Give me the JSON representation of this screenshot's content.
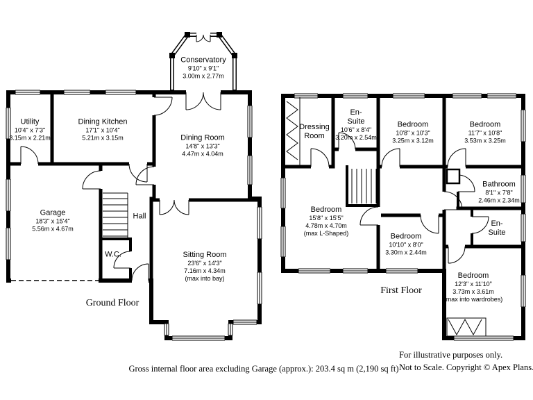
{
  "colors": {
    "walls": "#000000",
    "background": "#ffffff",
    "text": "#000000"
  },
  "ground_floor": {
    "title": "Ground Floor",
    "rooms": {
      "conservatory": {
        "name": "Conservatory",
        "dims_ft": "9'10\" x 9'1\"",
        "dims_m": "3.00m x 2.77m"
      },
      "utility": {
        "name": "Utility",
        "dims_ft": "10'4\" x 7'3\"",
        "dims_m": "3.15m x 2.21m"
      },
      "dining_kitchen": {
        "name": "Dining Kitchen",
        "dims_ft": "17'1\" x 10'4\"",
        "dims_m": "5.21m x 3.15m"
      },
      "dining_room": {
        "name": "Dining Room",
        "dims_ft": "14'8\" x 13'3\"",
        "dims_m": "4.47m x 4.04m"
      },
      "garage": {
        "name": "Garage",
        "dims_ft": "18'3\" x 15'4\"",
        "dims_m": "5.56m x 4.67m"
      },
      "hall": {
        "name": "Hall"
      },
      "wc": {
        "name": "W.C."
      },
      "sitting_room": {
        "name": "Sitting Room",
        "dims_ft": "23'6\" x 14'3\"",
        "dims_m": "7.16m x 4.34m",
        "note": "(max into bay)"
      }
    }
  },
  "first_floor": {
    "title": "First Floor",
    "rooms": {
      "dressing_room": {
        "name": "Dressing Room"
      },
      "en_suite_1": {
        "name": "En-Suite",
        "dims_ft": "10'6\" x 8'4\"",
        "dims_m": "3.20m x 2.54m"
      },
      "bedroom_top_middle": {
        "name": "Bedroom",
        "dims_ft": "10'8\" x 10'3\"",
        "dims_m": "3.25m x 3.12m"
      },
      "bedroom_top_right": {
        "name": "Bedroom",
        "dims_ft": "11'7\" x 10'8\"",
        "dims_m": "3.53m x 3.25m"
      },
      "bedroom_left": {
        "name": "Bedroom",
        "dims_ft": "15'8\" x 15'5\"",
        "dims_m": "4.78m x 4.70m",
        "note": "(max L-Shaped)"
      },
      "bedroom_middle": {
        "name": "Bedroom",
        "dims_ft": "10'10\" x 8'0\"",
        "dims_m": "3.30m x 2.44m"
      },
      "bathroom": {
        "name": "Bathroom",
        "dims_ft": "8'1\" x 7'8\"",
        "dims_m": "2.46m x 2.34m"
      },
      "en_suite_2": {
        "name": "En-Suite"
      },
      "bedroom_bottom_right": {
        "name": "Bedroom",
        "dims_ft": "12'3\" x 11'10\"",
        "dims_m": "3.73m x 3.61m",
        "note": "(max into wardrobes)"
      }
    }
  },
  "footer": {
    "area_note": "Gross internal floor area excluding Garage (approx.): 203.4 sq m (2,190 sq ft)",
    "disclaimer_line1": "For illustrative purposes only.",
    "disclaimer_line2": "Not to Scale. Copyright © Apex Plans."
  }
}
